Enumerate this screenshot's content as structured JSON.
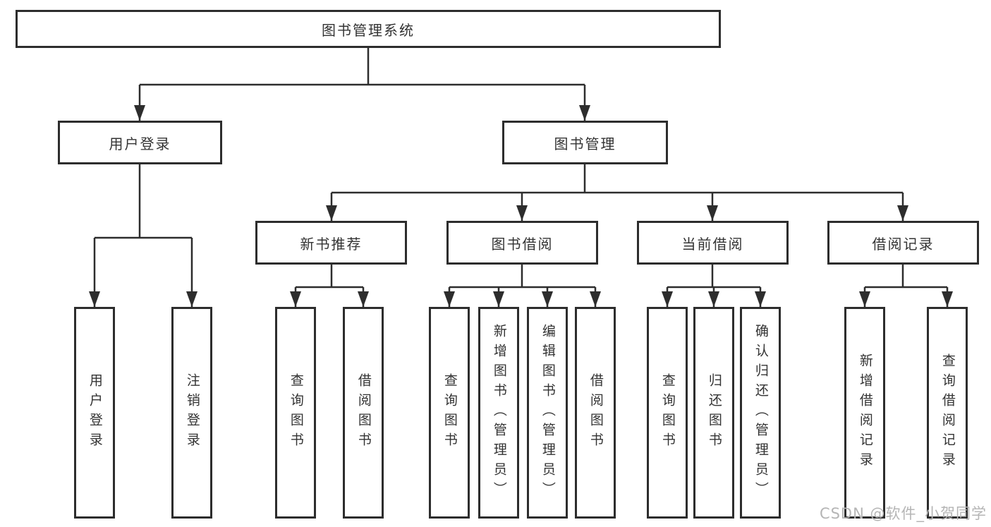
{
  "diagram": {
    "root": {
      "label": "图书管理系统"
    },
    "branches": [
      {
        "label": "用户登录",
        "children": [
          {
            "label": "用户登录"
          },
          {
            "label": "注销登录"
          }
        ]
      },
      {
        "label": "图书管理",
        "children": [
          {
            "label": "新书推荐",
            "children": [
              {
                "label": "查询图书"
              },
              {
                "label": "借阅图书"
              }
            ]
          },
          {
            "label": "图书借阅",
            "children": [
              {
                "label": "查询图书"
              },
              {
                "label": "新增图书（管理员）"
              },
              {
                "label": "编辑图书（管理员）"
              },
              {
                "label": "借阅图书"
              }
            ]
          },
          {
            "label": "当前借阅",
            "children": [
              {
                "label": "查询图书"
              },
              {
                "label": "归还图书"
              },
              {
                "label": "确认归还（管理员）"
              }
            ]
          },
          {
            "label": "借阅记录",
            "children": [
              {
                "label": "新增借阅记录"
              },
              {
                "label": "查询借阅记录"
              }
            ]
          }
        ]
      }
    ]
  },
  "colors": {
    "line": "#2d2d2d",
    "text": "#333333",
    "watermark": "#b5b5b5",
    "background": "#ffffff"
  },
  "watermark": {
    "text": "CSDN @软件_小贺同学"
  }
}
